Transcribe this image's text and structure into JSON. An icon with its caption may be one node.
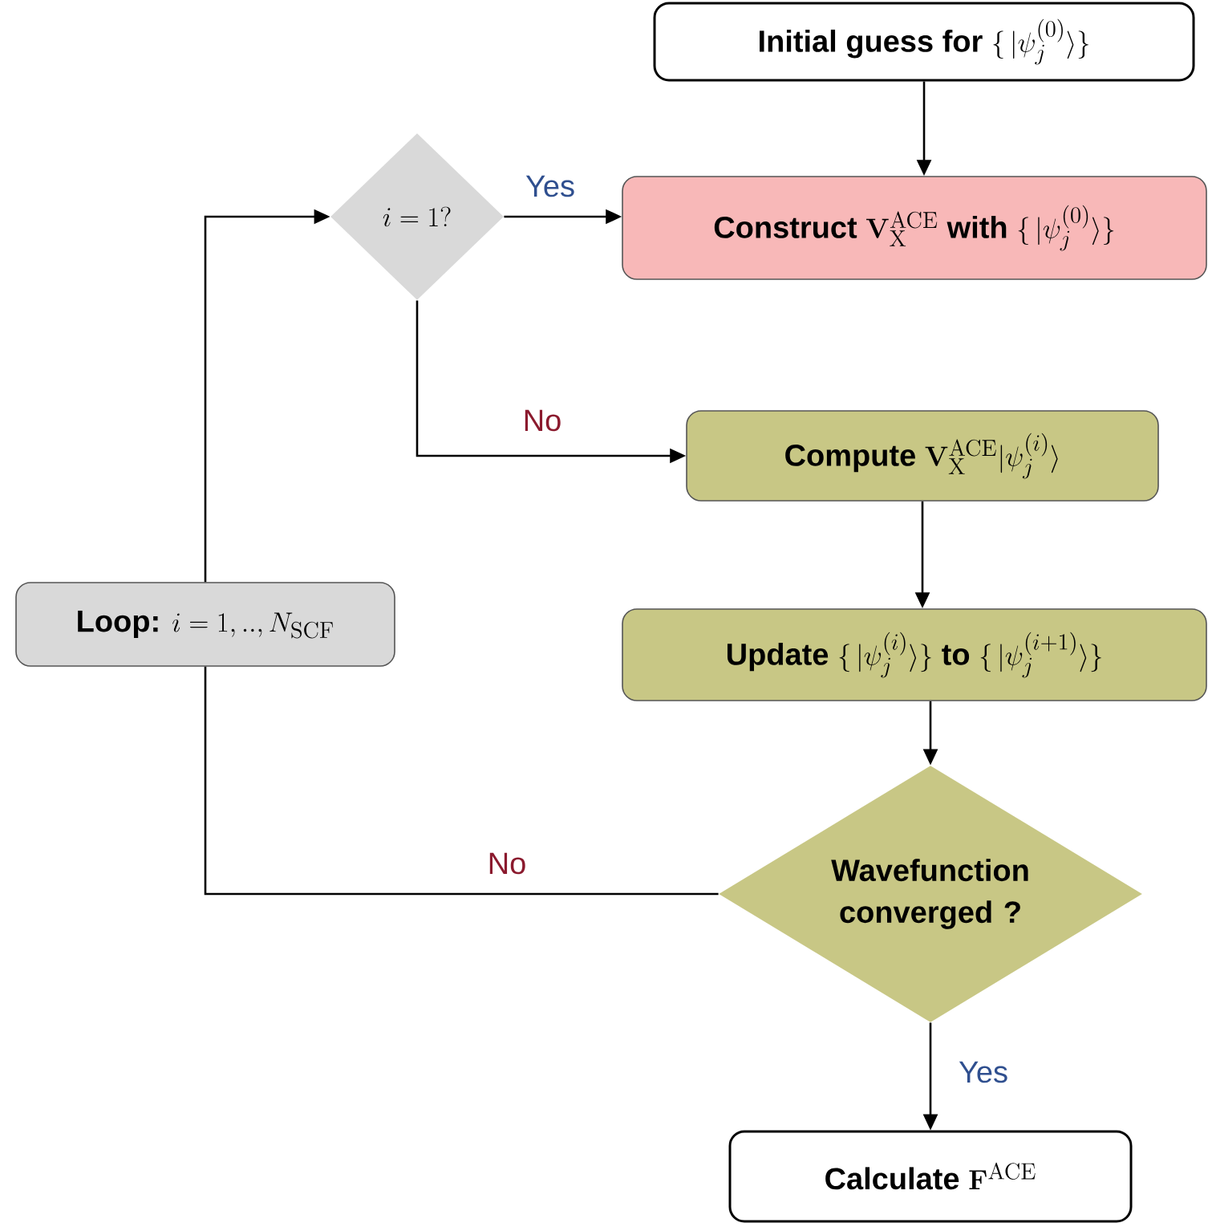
{
  "diagram": {
    "nodes": [
      {
        "text": [
          "\\textbf{Initial guess for }\\{\\,|\\psi_j^{(0)}\\rangle\\}"
        ]
      },
      {
        "text": [
          "i=1?"
        ]
      },
      {
        "text": [
          "\\textbf{Construct }\\mathbf{V}_{\\mathrm{X}}^{\\mathrm{ACE}}\\textbf{ with }\\{\\,|\\psi_j^{(0)}\\rangle\\}"
        ]
      },
      {
        "text": [
          "\\textbf{Compute }\\mathbf{V}_{\\mathrm{X}}^{\\mathrm{ACE}}|\\psi_j^{(i)}\\rangle"
        ]
      },
      {
        "text": [
          "\\textbf{Update }\\{\\,|\\psi_j^{(i)}\\rangle\\}\\textbf{ to }\\{\\,|\\psi_j^{(i+1)}\\rangle\\}"
        ]
      },
      {
        "text": [
          "\\textbf{Loop: }i=1,..,N_{\\mathrm{SCF}}"
        ]
      },
      {
        "text": [
          "Wavefunction converged ?"
        ]
      },
      {
        "text": [
          "\\textbf{Calculate }\\mathbf{F}^{\\mathrm{ACE}}"
        ]
      }
    ],
    "edges": [
      {
        "from": 0,
        "to": 2,
        "arrow": "to"
      },
      {
        "from": 1,
        "to": 2,
        "arrow": "to",
        "label": "Yes"
      },
      {
        "from": 1,
        "to": 3,
        "arrow": "to",
        "label": "No"
      },
      {
        "from": 3,
        "to": 4,
        "arrow": "to"
      },
      {
        "from": 4,
        "to": 6,
        "arrow": "to"
      },
      {
        "from": 6,
        "to": 5,
        "arrow": "none",
        "label": "No"
      },
      {
        "from": 5,
        "to": 1,
        "arrow": "to"
      },
      {
        "from": 6,
        "to": 7,
        "arrow": "to",
        "label": "Yes"
      }
    ]
  }
}
